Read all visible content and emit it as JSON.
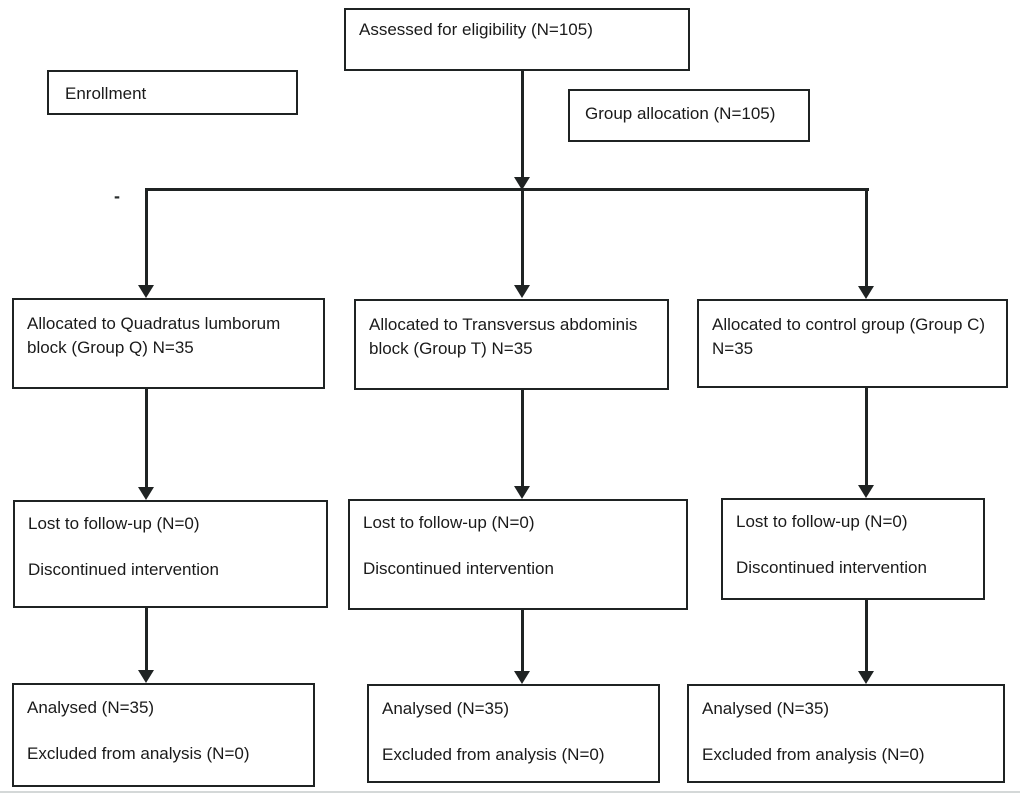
{
  "diagram": {
    "kind": "consort-flow-diagram",
    "colors": {
      "line": "#1f2323",
      "text": "#1a1a1a",
      "background": "#ffffff"
    },
    "boxes": {
      "assessed": {
        "text": "Assessed for eligibility (N=105)"
      },
      "enrollment": {
        "text": "Enrollment"
      },
      "group_allocation": {
        "text": "Group allocation (N=105)"
      },
      "allocated_q": {
        "line1": "Allocated to Quadratus lumborum",
        "line2": "block (Group Q) N=35"
      },
      "allocated_t": {
        "line1": "Allocated to Transversus abdominis",
        "line2": "block (Group T) N=35"
      },
      "allocated_c": {
        "line1": "Allocated to control group (Group C)",
        "line2": "N=35"
      },
      "followup_q": {
        "line1": "Lost to follow-up (N=0)",
        "line2": "Discontinued intervention"
      },
      "followup_t": {
        "line1": "Lost to follow-up (N=0)",
        "line2": "Discontinued intervention"
      },
      "followup_c": {
        "line1": "Lost to follow-up (N=0)",
        "line2": "Discontinued intervention"
      },
      "analysed_q": {
        "line1": "Analysed (N=35)",
        "line2": "Excluded from analysis (N=0)"
      },
      "analysed_t": {
        "line1": "Analysed (N=35)",
        "line2": "Excluded from analysis (N=0)"
      },
      "analysed_c": {
        "line1": "Analysed (N=35)",
        "line2": "Excluded from analysis (N=0)"
      }
    },
    "stray_mark": "-"
  }
}
